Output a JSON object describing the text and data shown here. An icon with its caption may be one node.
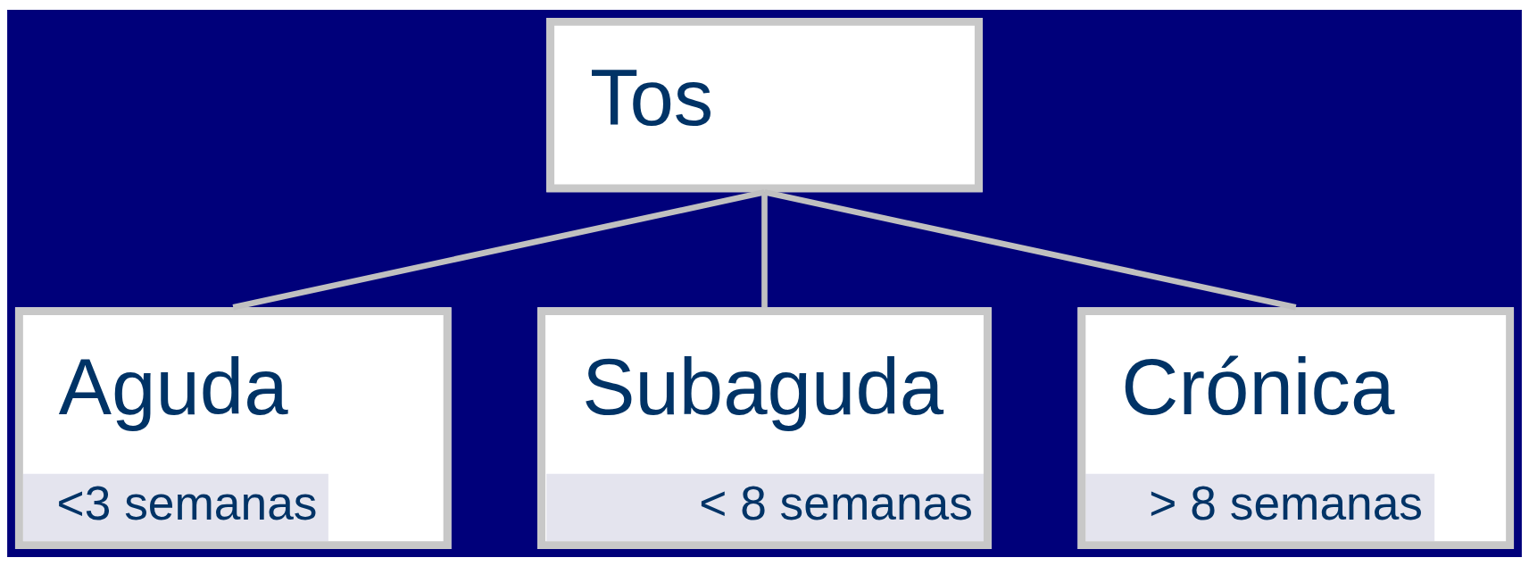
{
  "diagram": {
    "nodes": [
      {
        "text": [
          "Tos"
        ]
      },
      {
        "text": [
          "Aguda",
          "<3 semanas"
        ]
      },
      {
        "text": [
          "Subaguda",
          "< 8 semanas"
        ]
      },
      {
        "text": [
          "Crónica",
          "> 8 semanas"
        ]
      }
    ],
    "edges": [
      {
        "from": 0,
        "to": 1,
        "arrow": "none"
      },
      {
        "from": 0,
        "to": 2,
        "arrow": "none"
      },
      {
        "from": 0,
        "to": 3,
        "arrow": "none"
      }
    ]
  }
}
